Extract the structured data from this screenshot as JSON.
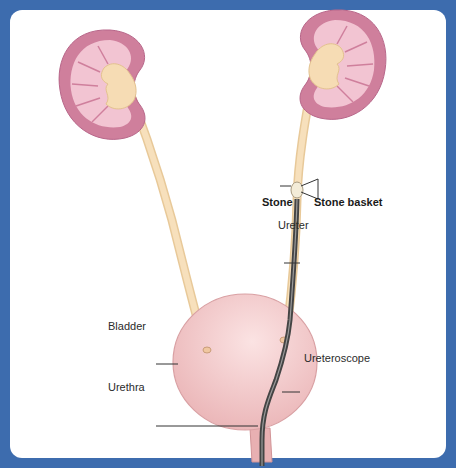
{
  "diagram": {
    "labels": [
      "Stone",
      "Stone basket",
      "Ureter",
      "Bladder",
      "Urethra",
      "Ureteroscope"
    ]
  }
}
